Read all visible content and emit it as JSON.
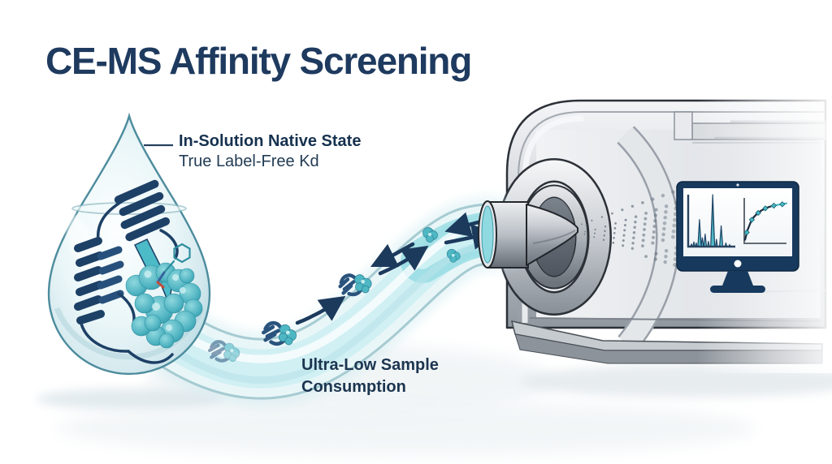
{
  "title": "CE-MS Affinity Screening",
  "annotations": {
    "droplet_label_primary": "In-Solution Native State",
    "droplet_label_secondary": "True Label-Free Kd",
    "tube_label_line1": "Ultra-Low Sample",
    "tube_label_line2": "Consumption"
  },
  "illustration": {
    "components": [
      "sample-droplet",
      "protein-ligand-complex",
      "capillary-tube",
      "bidirectional-flow-arrows",
      "esi-spray-cone",
      "ion-spray-plume",
      "mass-spectrometer-cutaway",
      "results-monitor"
    ]
  },
  "colors": {
    "title_navy": "#1e3a5f",
    "label_navy": "#1c3550",
    "protein_navy": "#1d4066",
    "teal": "#4cbac7",
    "teal_dark": "#2e8fa0",
    "arrow_navy": "#1b3a5c",
    "monitor_navy": "#16395d",
    "metal_light": "#f2f3f5",
    "metal_dark": "#8e959d",
    "outline": "#2c3138"
  },
  "chart_data": [
    {
      "type": "line",
      "name": "electropherogram-peaks",
      "title": "",
      "xlabel": "",
      "ylabel": "",
      "grid": false,
      "axis_labels_visible": false,
      "peaks": [
        {
          "x": 0.07,
          "h": 0.05,
          "w": 0.02
        },
        {
          "x": 0.12,
          "h": 0.09,
          "w": 0.02
        },
        {
          "x": 0.17,
          "h": 0.07,
          "w": 0.02
        },
        {
          "x": 0.24,
          "h": 0.52,
          "w": 0.035
        },
        {
          "x": 0.3,
          "h": 0.17,
          "w": 0.025
        },
        {
          "x": 0.36,
          "h": 0.24,
          "w": 0.028
        },
        {
          "x": 0.43,
          "h": 0.1,
          "w": 0.02
        },
        {
          "x": 0.52,
          "h": 1.0,
          "w": 0.042
        },
        {
          "x": 0.6,
          "h": 0.14,
          "w": 0.02
        },
        {
          "x": 0.7,
          "h": 0.4,
          "w": 0.035
        },
        {
          "x": 0.8,
          "h": 0.07,
          "w": 0.02
        },
        {
          "x": 0.88,
          "h": 0.04,
          "w": 0.015
        }
      ]
    },
    {
      "type": "scatter",
      "name": "binding-saturation-curve",
      "title": "",
      "xlabel": "",
      "ylabel": "",
      "grid": false,
      "axis_labels_visible": false,
      "curve_x": [
        0.02,
        0.08,
        0.15,
        0.22,
        0.3,
        0.4,
        0.52,
        0.65,
        0.8,
        1.0
      ],
      "curve_y": [
        0.08,
        0.3,
        0.46,
        0.57,
        0.65,
        0.72,
        0.78,
        0.82,
        0.85,
        0.88
      ],
      "points_x": [
        0.06,
        0.18,
        0.33,
        0.5,
        0.7,
        0.9
      ],
      "points_y": [
        0.24,
        0.52,
        0.67,
        0.77,
        0.83,
        0.86
      ]
    }
  ]
}
